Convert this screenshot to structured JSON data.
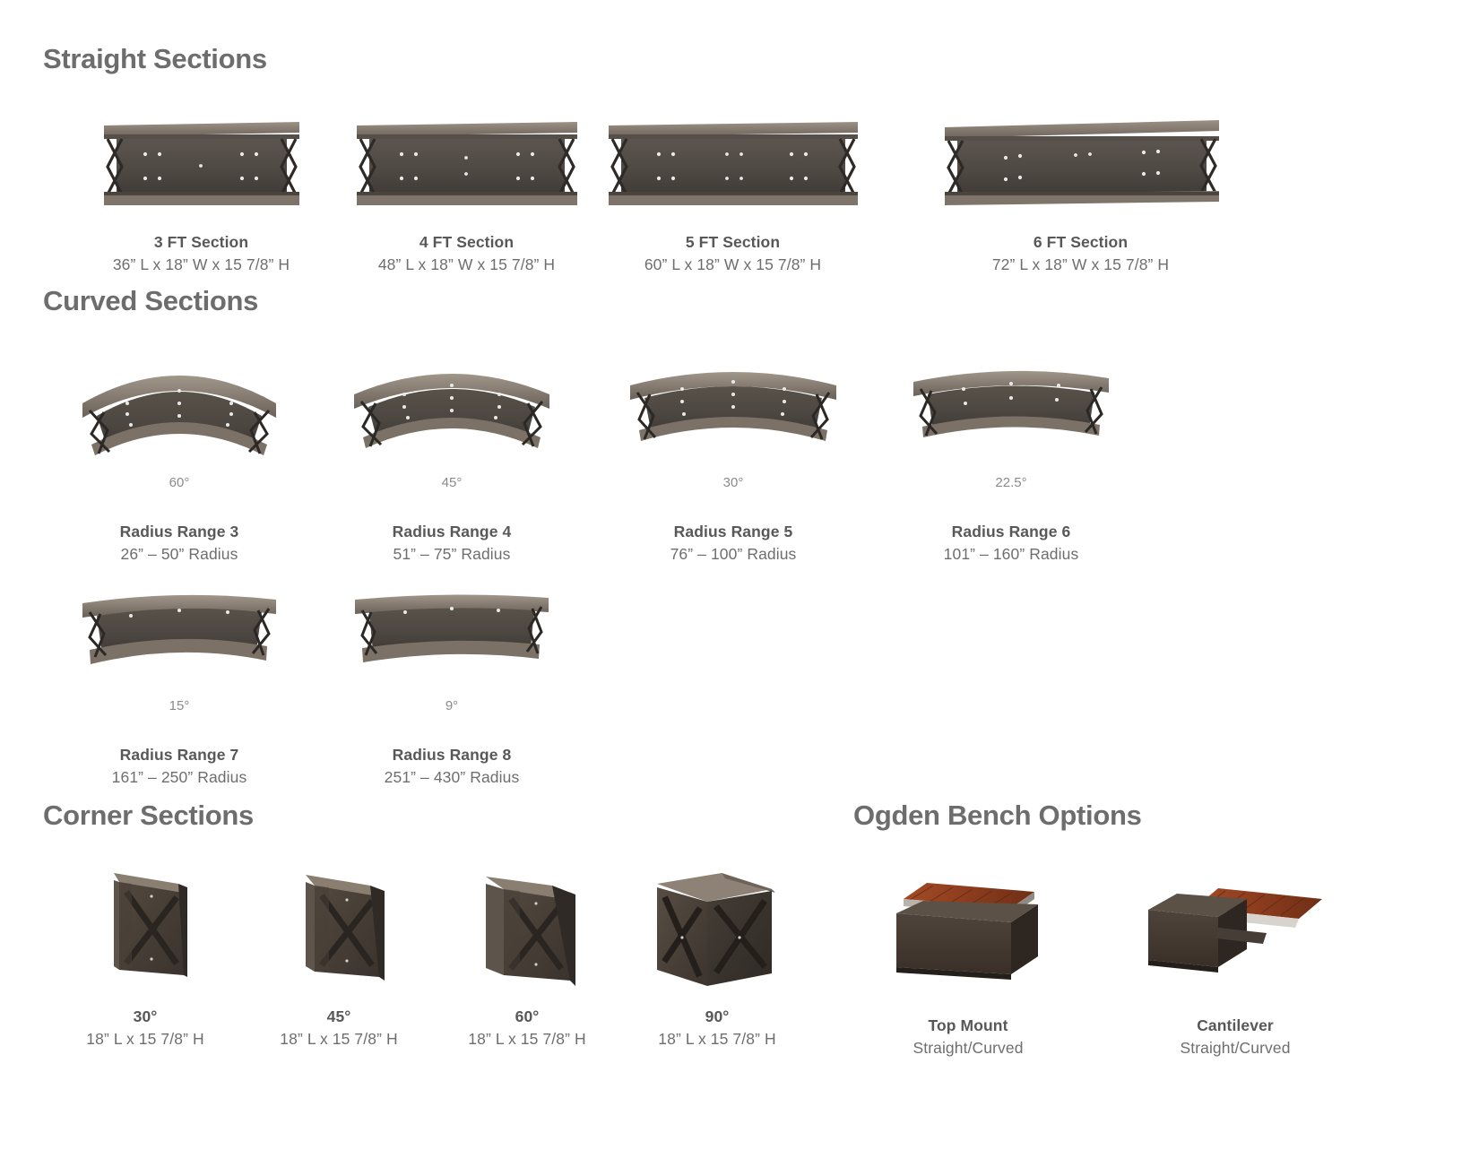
{
  "sections": {
    "straight": {
      "heading": "Straight Sections"
    },
    "curved": {
      "heading": "Curved Sections"
    },
    "corner": {
      "heading": "Corner Sections"
    },
    "bench": {
      "heading": "Ogden Bench Options"
    }
  },
  "straight_items": [
    {
      "title": "3 FT Section",
      "sub": "36” L x 18” W x 15 7/8” H",
      "length_ft": 3
    },
    {
      "title": "4 FT Section",
      "sub": "48” L x 18” W x 15 7/8” H",
      "length_ft": 4
    },
    {
      "title": "5 FT Section",
      "sub": "60” L x 18” W x 15 7/8” H",
      "length_ft": 5
    },
    {
      "title": "6 FT Section",
      "sub": "72” L x 18” W x 15 7/8” H",
      "length_ft": 6
    }
  ],
  "curved_items": [
    {
      "angle": "60°",
      "title": "Radius Range 3",
      "sub": "26” – 50” Radius"
    },
    {
      "angle": "45°",
      "title": "Radius Range 4",
      "sub": "51” – 75” Radius"
    },
    {
      "angle": "30°",
      "title": "Radius Range 5",
      "sub": "76” – 100” Radius"
    },
    {
      "angle": "22.5°",
      "title": "Radius Range 6",
      "sub": "101” – 160” Radius"
    },
    {
      "angle": "15°",
      "title": "Radius Range 7",
      "sub": "161” – 250” Radius"
    },
    {
      "angle": "9°",
      "title": "Radius Range 8",
      "sub": "251” – 430” Radius"
    }
  ],
  "corner_items": [
    {
      "title": "30°",
      "sub": "18” L x 15 7/8” H"
    },
    {
      "title": "45°",
      "sub": "18” L x 15 7/8” H"
    },
    {
      "title": "60°",
      "sub": "18” L x 15 7/8” H"
    },
    {
      "title": "90°",
      "sub": "18” L x 15 7/8” H"
    }
  ],
  "bench_items": [
    {
      "title": "Top Mount",
      "sub": "Straight/Curved"
    },
    {
      "title": "Cantilever",
      "sub": "Straight/Curved"
    }
  ],
  "colors": {
    "heading": "#6d6d6d",
    "title": "#58585a",
    "body": "#6e6e6e",
    "angle": "#8a8a8a",
    "metal_light": "#8c8177",
    "metal_mid": "#6b615a",
    "metal_dark": "#3f3a36",
    "panel": "#514b47",
    "wood": "#8a3d20",
    "background": "#ffffff"
  }
}
